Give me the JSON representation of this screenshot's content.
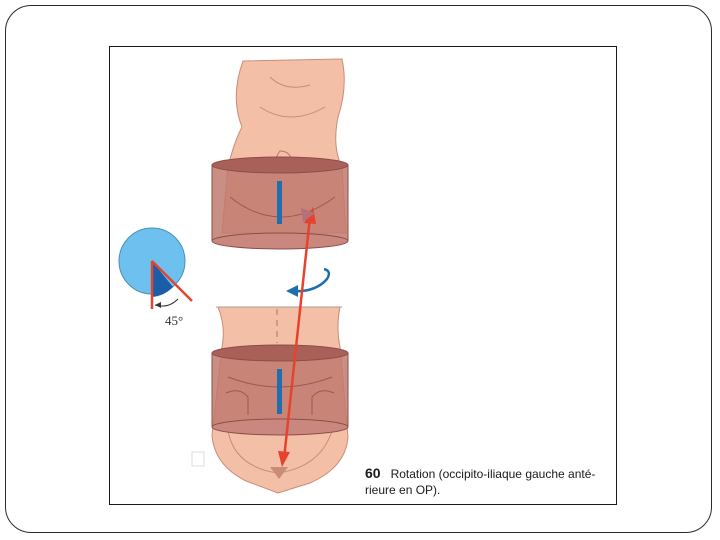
{
  "figure": {
    "number": "60",
    "caption_line1": "Rotation (occipito-iliaque gauche anté-",
    "caption_line2": "rieure en OP).",
    "angle_label": "45°"
  },
  "colors": {
    "skin": "#f3bfa6",
    "skin_outline": "#c98c77",
    "band": "#b8716a",
    "band_dark": "#8e4d48",
    "blue_marker": "#1f6fae",
    "red_arrow": "#e5432e",
    "circle_fill": "#6ec1ef",
    "wedge": "#1b5ea8"
  }
}
